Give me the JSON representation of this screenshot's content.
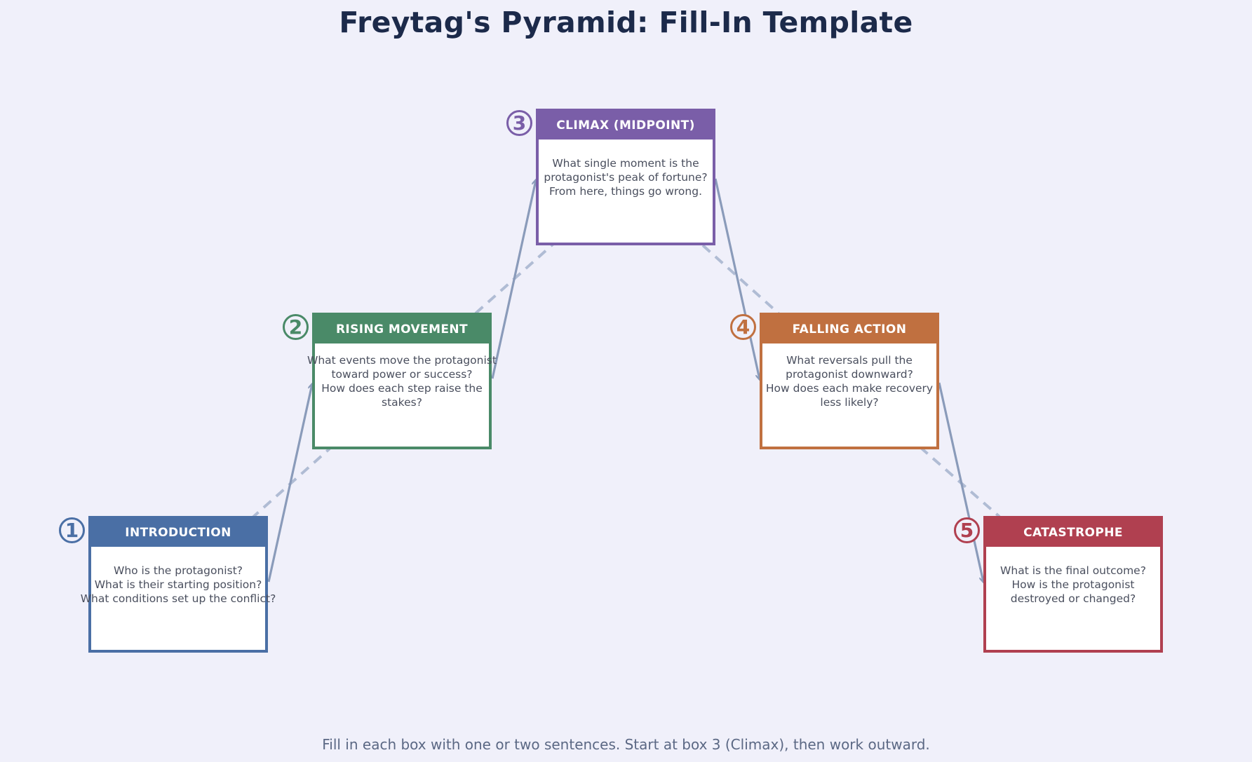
{
  "title": "Freytag's Pyramid: Fill-In Template",
  "footnote": "Fill in each box with one or two sentences. Start at box 3 (Climax), then work outward.",
  "colors": {
    "background": "#f0f0fa",
    "title": "#1c2a4a",
    "arrow": "#8a9bba",
    "dashed_line": "#b0bcd4"
  },
  "stages": [
    {
      "number": "1",
      "heading": "INTRODUCTION",
      "prompt": "Who is the protagonist?\nWhat is their starting position?\nWhat conditions set up the conflict?",
      "color": "#4a6fa5"
    },
    {
      "number": "2",
      "heading": "RISING MOVEMENT",
      "prompt": "What events move the protagonist\ntoward power or success?\nHow does each step raise the stakes?",
      "color": "#4a8a68"
    },
    {
      "number": "3",
      "heading": "CLIMAX (MIDPOINT)",
      "prompt": "What single moment is the\nprotagonist's peak of fortune?\nFrom here, things go wrong.",
      "color": "#7a5ea8"
    },
    {
      "number": "4",
      "heading": "FALLING ACTION",
      "prompt": "What reversals pull the\nprotagonist downward?\nHow does each make recovery\nless likely?",
      "color": "#c07040"
    },
    {
      "number": "5",
      "heading": "CATASTROPHE",
      "prompt": "What is the final outcome?\nHow is the protagonist\ndestroyed or changed?",
      "color": "#b04050"
    }
  ]
}
